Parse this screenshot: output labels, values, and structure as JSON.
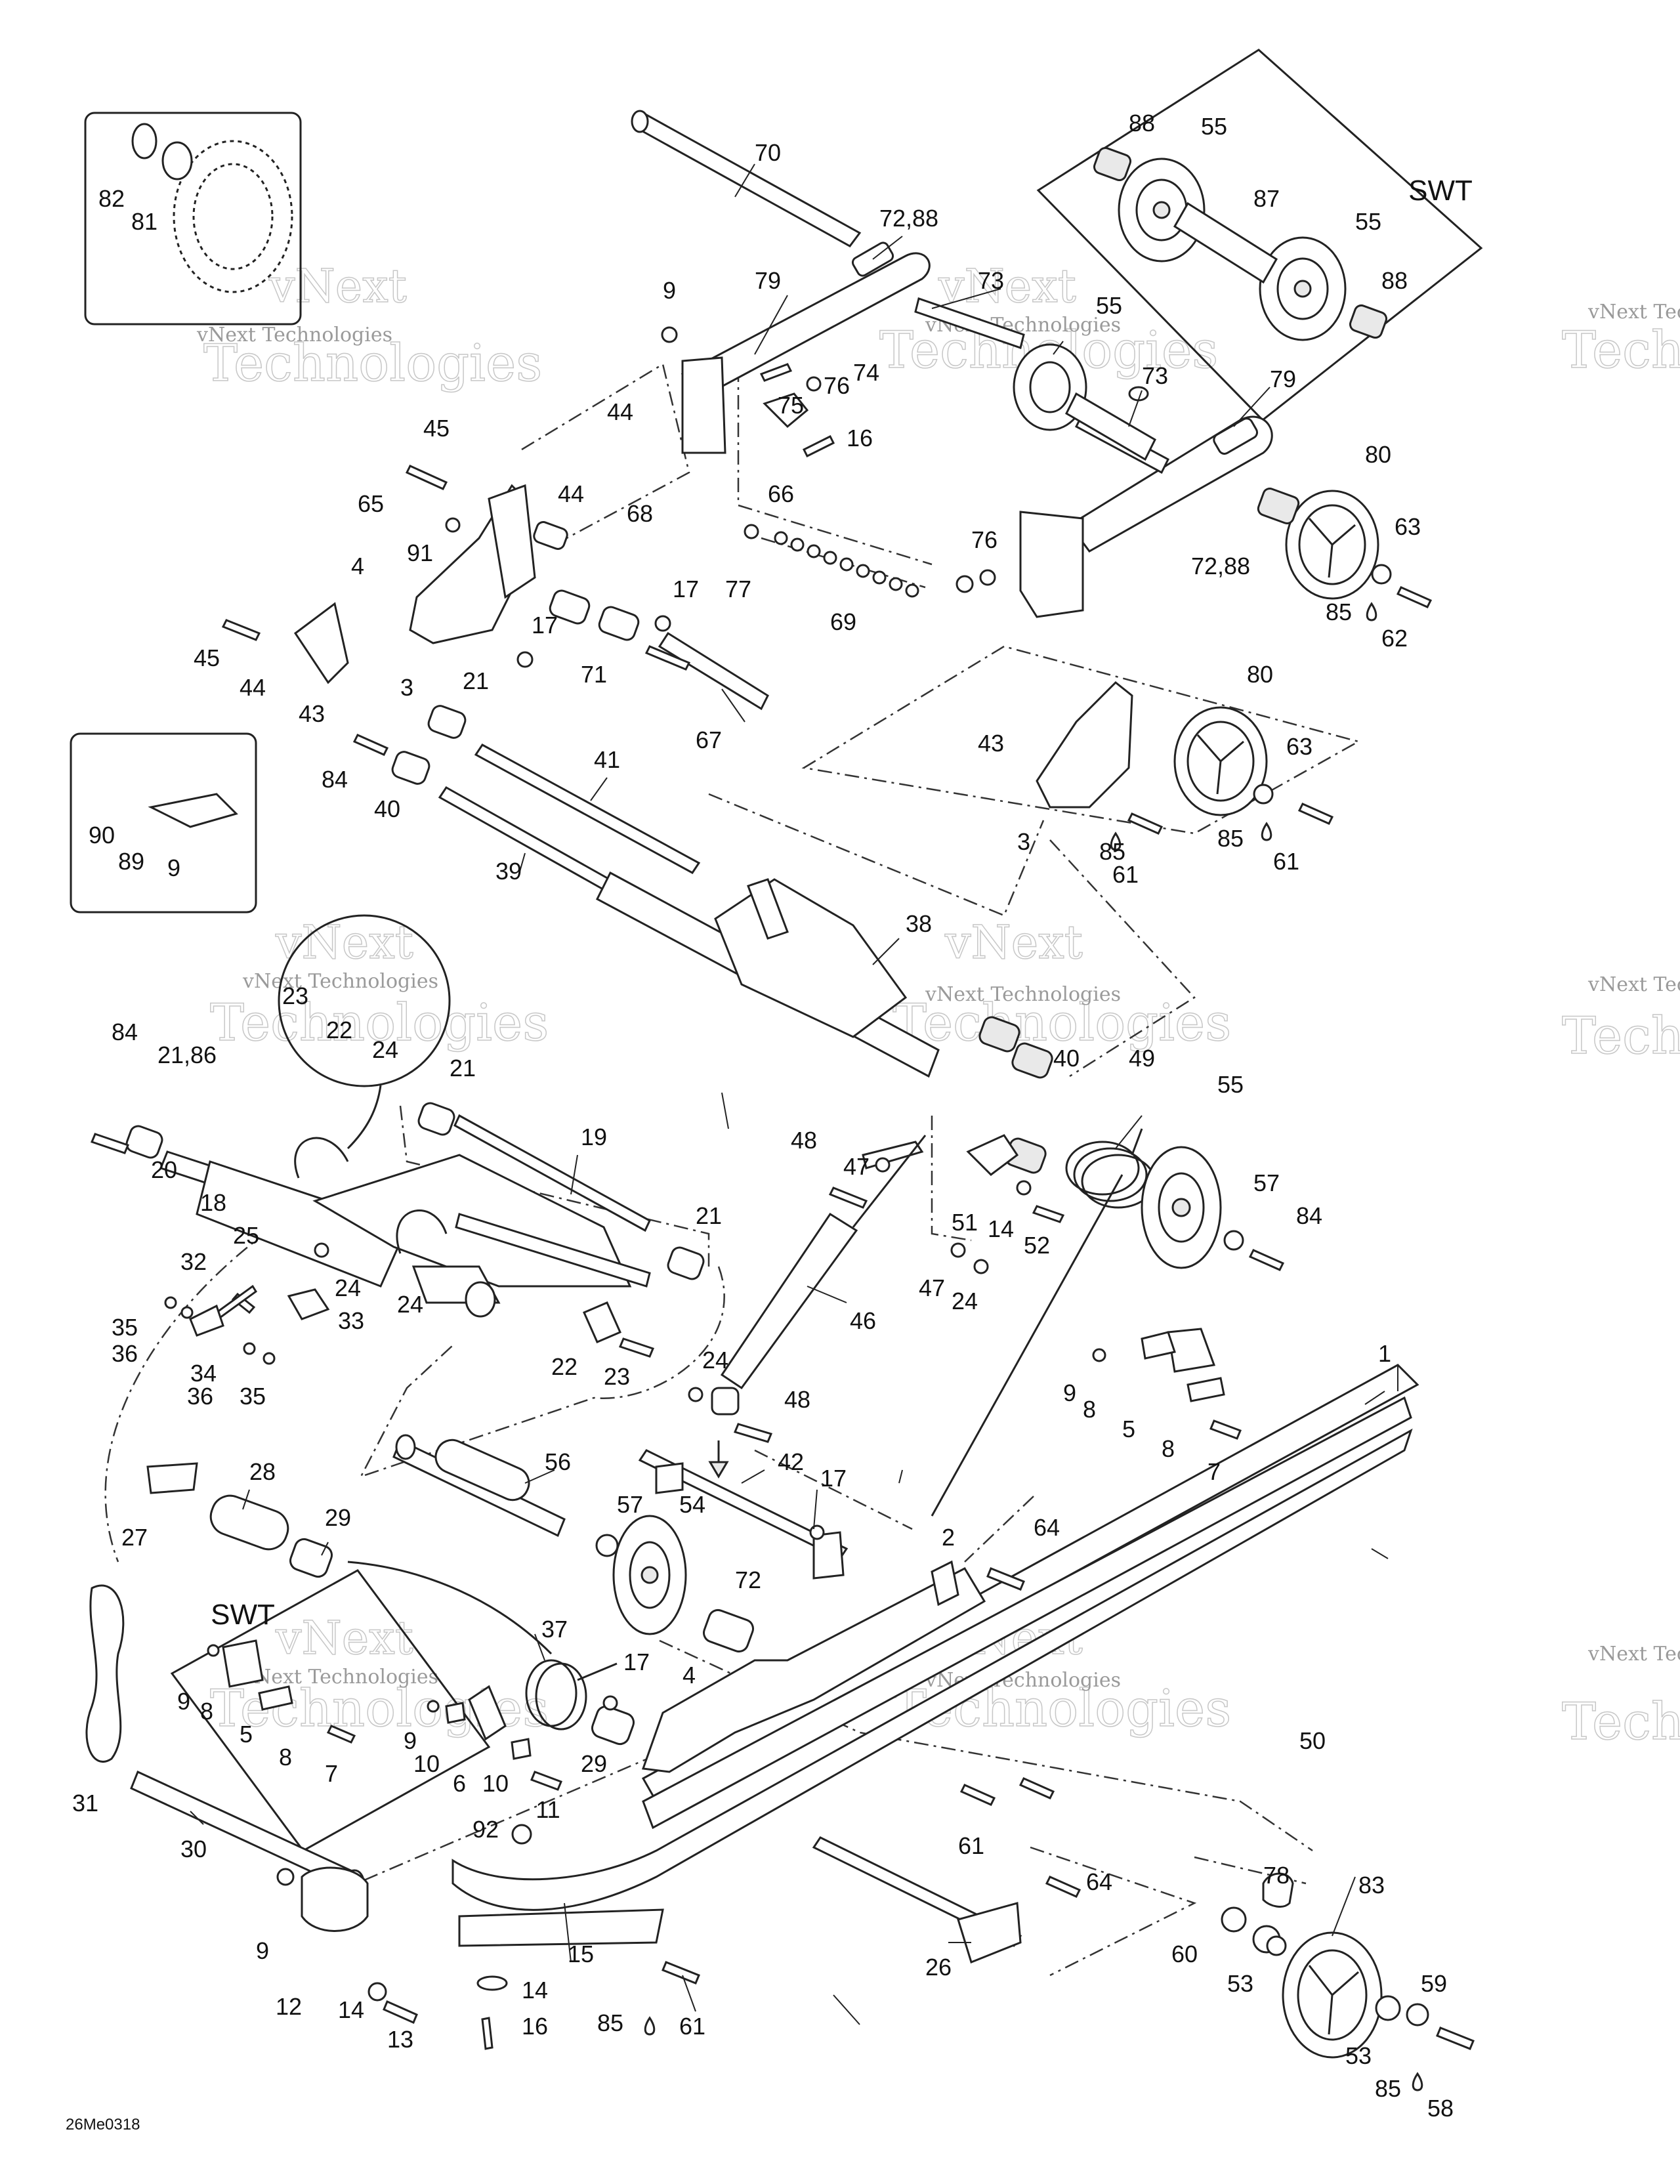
{
  "diagram_code": "26Me0318",
  "variant_tags": [
    "SWT",
    "SWT"
  ],
  "watermark": {
    "small": "vNext Technologies",
    "large": "Technologies",
    "brand": "vNext"
  },
  "callouts": {
    "c82": "82",
    "c81": "81",
    "c70": "70",
    "c7288a": "72,88",
    "c88a": "88",
    "c55a": "55",
    "c87": "87",
    "c55b": "55",
    "c88b": "88",
    "c9a": "9",
    "c79a": "79",
    "c73a": "73",
    "c55c": "55",
    "c73b": "73",
    "c79b": "79",
    "c44a": "44",
    "c75": "75",
    "c76a": "76",
    "c74": "74",
    "c45a": "45",
    "c16a": "16",
    "c80a": "80",
    "c65": "65",
    "c44b": "44",
    "c68": "68",
    "c66": "66",
    "c91": "91",
    "c7288b": "72,88",
    "c63a": "63",
    "c76b": "76",
    "c4a": "4",
    "c17a": "17",
    "c77": "77",
    "c69": "69",
    "c85a": "85",
    "c62": "62",
    "c45b": "45",
    "c44c": "44",
    "c17b": "17",
    "c3a": "3",
    "c71": "71",
    "c21a": "21",
    "c43a": "43",
    "c80b": "80",
    "c67": "67",
    "c41": "41",
    "c43b": "43",
    "c84a": "84",
    "c63b": "63",
    "c40a": "40",
    "c90": "90",
    "c89": "89",
    "c9b": "9",
    "c3b": "3",
    "c85b": "85",
    "c85c": "85",
    "c61a": "61",
    "c61b": "61",
    "c39": "39",
    "c38": "38",
    "c23a": "23",
    "c22a": "22",
    "c24a": "24",
    "c84b": "84",
    "c2186": "21,86",
    "c21b": "21",
    "c40b": "40",
    "c49": "49",
    "c55d": "55",
    "c19": "19",
    "c48a": "48",
    "c47a": "47",
    "c20": "20",
    "c18": "18",
    "c51": "51",
    "c14a": "14",
    "c52": "52",
    "c57a": "57",
    "c84c": "84",
    "c25": "25",
    "c21c": "21",
    "c32": "32",
    "c24b": "24",
    "c33": "33",
    "c47b": "47",
    "c24c": "24",
    "c24d": "24",
    "c35a": "35",
    "c36a": "36",
    "c46": "46",
    "c22b": "22",
    "c23b": "23",
    "c34": "34",
    "c36b": "36",
    "c35b": "35",
    "c24e": "24",
    "c1": "1",
    "c9c": "9",
    "c8a": "8",
    "c48b": "48",
    "c5a": "5",
    "c8b": "8",
    "c7a": "7",
    "c28": "28",
    "c56": "56",
    "c42": "42",
    "c17c": "17",
    "c27": "27",
    "c29a": "29",
    "c57b": "57",
    "c54": "54",
    "c2": "2",
    "c64a": "64",
    "c72": "72",
    "c37": "37",
    "c17d": "17",
    "c4b": "4",
    "c9d": "9",
    "c8c": "8",
    "c5b": "5",
    "c8d": "8",
    "c7b": "7",
    "c9e": "9",
    "c10a": "10",
    "c6": "6",
    "c10b": "10",
    "c29b": "29",
    "c11": "11",
    "c50": "50",
    "c31": "31",
    "c92": "92",
    "c61c": "61",
    "c30": "30",
    "c64b": "64",
    "c83": "83",
    "c78": "78",
    "c60": "60",
    "c53a": "53",
    "c9f": "9",
    "c12": "12",
    "c14b": "14",
    "c13": "13",
    "c14c": "14",
    "c16b": "16",
    "c15": "15",
    "c85d": "85",
    "c61d": "61",
    "c26": "26",
    "c59": "59",
    "c53b": "53",
    "c85e": "85",
    "c58": "58"
  }
}
